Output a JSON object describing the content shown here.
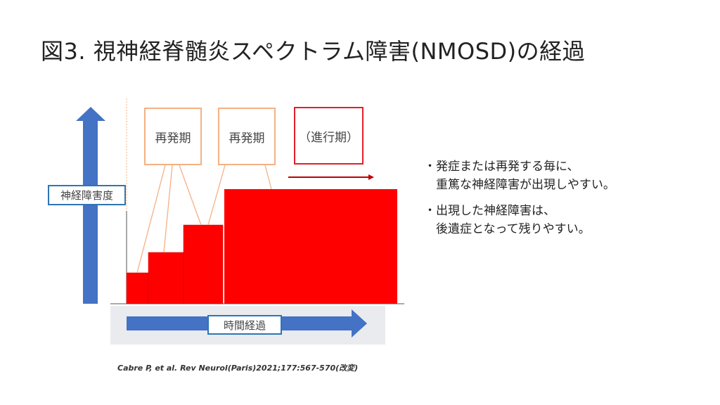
{
  "title": "図3. 視神経脊髄炎スペクトラム障害(NMOSD)の経過",
  "diagram": {
    "y_axis_label": "神経障害度",
    "x_axis_label": "時間経過",
    "relapse_label_1": "再発期",
    "relapse_label_2": "再発期",
    "progressive_label": "（進行期）",
    "colors": {
      "bar": "#ff0000",
      "arrow": "#4472c4",
      "relapse_box": "#f4b183",
      "progressive_box": "#e0202a"
    }
  },
  "bullets": [
    {
      "line1": "・発症または再発する毎に、",
      "line2": "　重篤な神経障害が出現しやすい。"
    },
    {
      "line1": "・出現した神経障害は、",
      "line2": "　後遺症となって残りやすい。"
    }
  ],
  "citation": "Cabre P, et al. Rev Neurol(Paris)2021;177:567-570(改変)"
}
